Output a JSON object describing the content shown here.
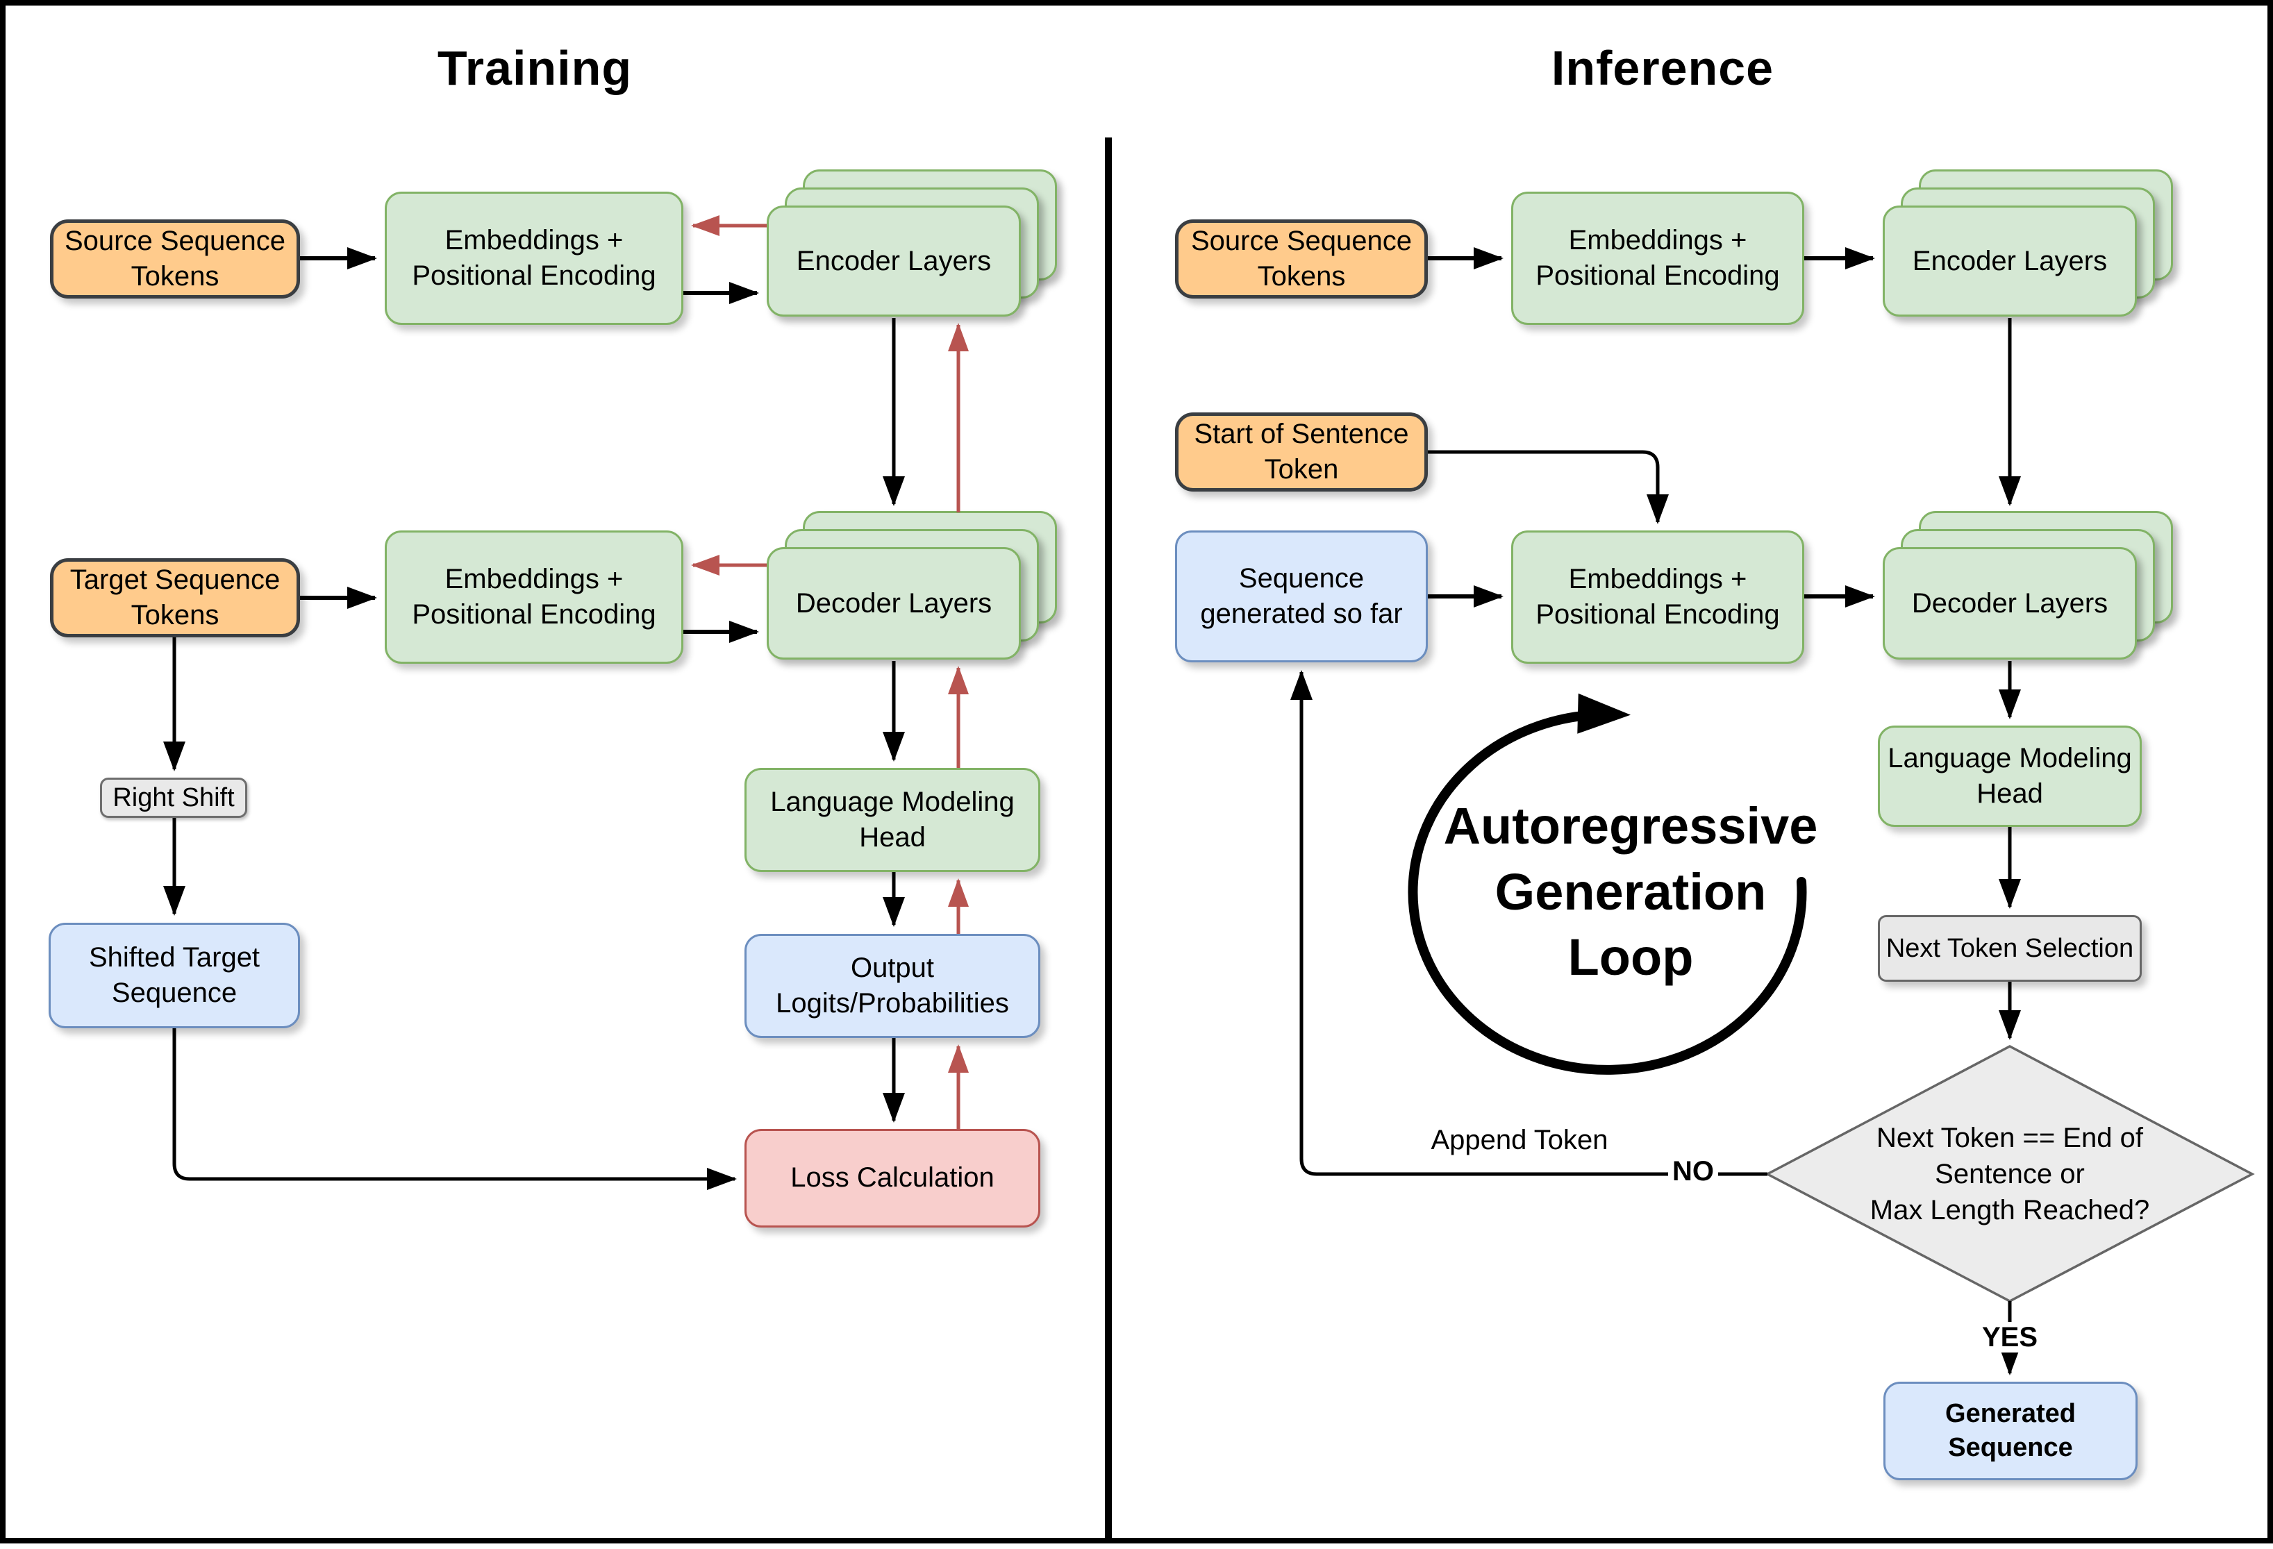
{
  "training": {
    "title": "Training",
    "source_tokens": "Source Sequence\nTokens",
    "embeddings_top": "Embeddings +\nPositional Encoding",
    "encoder_layers": "Encoder Layers",
    "target_tokens": "Target Sequence\nTokens",
    "embeddings_bottom": "Embeddings +\nPositional Encoding",
    "decoder_layers": "Decoder Layers",
    "right_shift": "Right Shift",
    "shifted_target": "Shifted Target\nSequence",
    "lm_head": "Language Modeling\nHead",
    "output_logits": "Output\nLogits/Probabilities",
    "loss": "Loss Calculation"
  },
  "inference": {
    "title": "Inference",
    "source_tokens": "Source Sequence\nTokens",
    "embeddings_top": "Embeddings +\nPositional Encoding",
    "encoder_layers": "Encoder Layers",
    "start_token": "Start of Sentence\nToken",
    "sequence_so_far": "Sequence\ngenerated so far",
    "embeddings_bottom": "Embeddings +\nPositional Encoding",
    "decoder_layers": "Decoder Layers",
    "lm_head": "Language Modeling\nHead",
    "next_token_selection": "Next Token Selection",
    "decision": "Next Token == End of\nSentence or\nMax Length Reached?",
    "generated_sequence": "Generated\nSequence",
    "loop_label": "Autoregressive\nGeneration\nLoop",
    "append_token_label": "Append Token",
    "no_label": "NO",
    "yes_label": "YES"
  },
  "colors": {
    "box_green_fill": "#D5E8D4",
    "box_green_border": "#82B366",
    "box_orange_fill": "#FFCB8C",
    "box_orange_border": "#3A3E42",
    "box_blue_fill": "#DAE8FC",
    "box_blue_border": "#6C8EBF",
    "box_pink_fill": "#F8CECC",
    "box_pink_border": "#B85450",
    "box_gray_fill": "#E9E9E9",
    "box_gray_border": "#666666",
    "arrow_forward": "#000000",
    "arrow_backward": "#B85450"
  }
}
